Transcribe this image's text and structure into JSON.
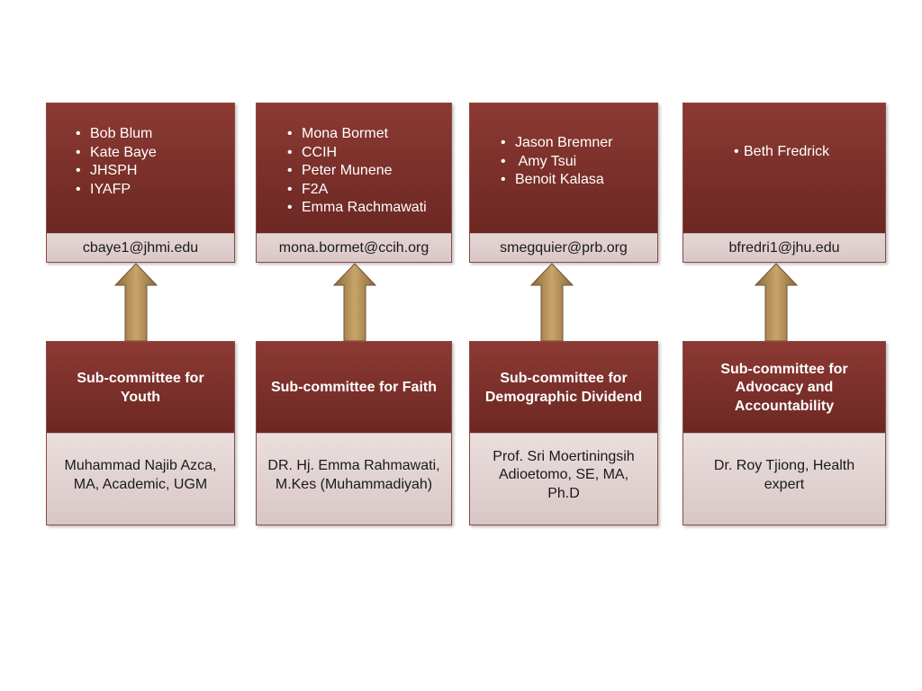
{
  "columns": [
    {
      "members": [
        "Bob Blum",
        "Kate Baye",
        "JHSPH",
        "IYAFP"
      ],
      "email": "cbaye1@jhmi.edu",
      "committee": "Sub-committee for Youth",
      "chair": "Muhammad Najib Azca, MA, Academic, UGM"
    },
    {
      "members": [
        "Mona Bormet",
        "CCIH",
        "Peter Munene",
        "F2A",
        "Emma Rachmawati"
      ],
      "email": "mona.bormet@ccih.org",
      "committee": "Sub-committee for Faith",
      "chair": "DR. Hj.  Emma Rahmawati, M.Kes (Muhammadiyah)"
    },
    {
      "members": [
        "Jason Bremner",
        " Amy Tsui",
        "Benoit Kalasa"
      ],
      "email": "smegquier@prb.org",
      "committee": "Sub-committee for Demographic Dividend",
      "chair": "Prof. Sri Moertiningsih Adioetomo, SE, MA, Ph.D"
    },
    {
      "members": [
        "Beth Fredrick"
      ],
      "email": "bfredri1@jhu.edu",
      "committee": "Sub-committee for Advocacy and Accountability",
      "chair": "Dr. Roy Tjiong, Health expert"
    }
  ],
  "colors": {
    "card_dark": "#7a2f2a",
    "card_light": "#e4d6d5",
    "arrow": "#b08850"
  }
}
